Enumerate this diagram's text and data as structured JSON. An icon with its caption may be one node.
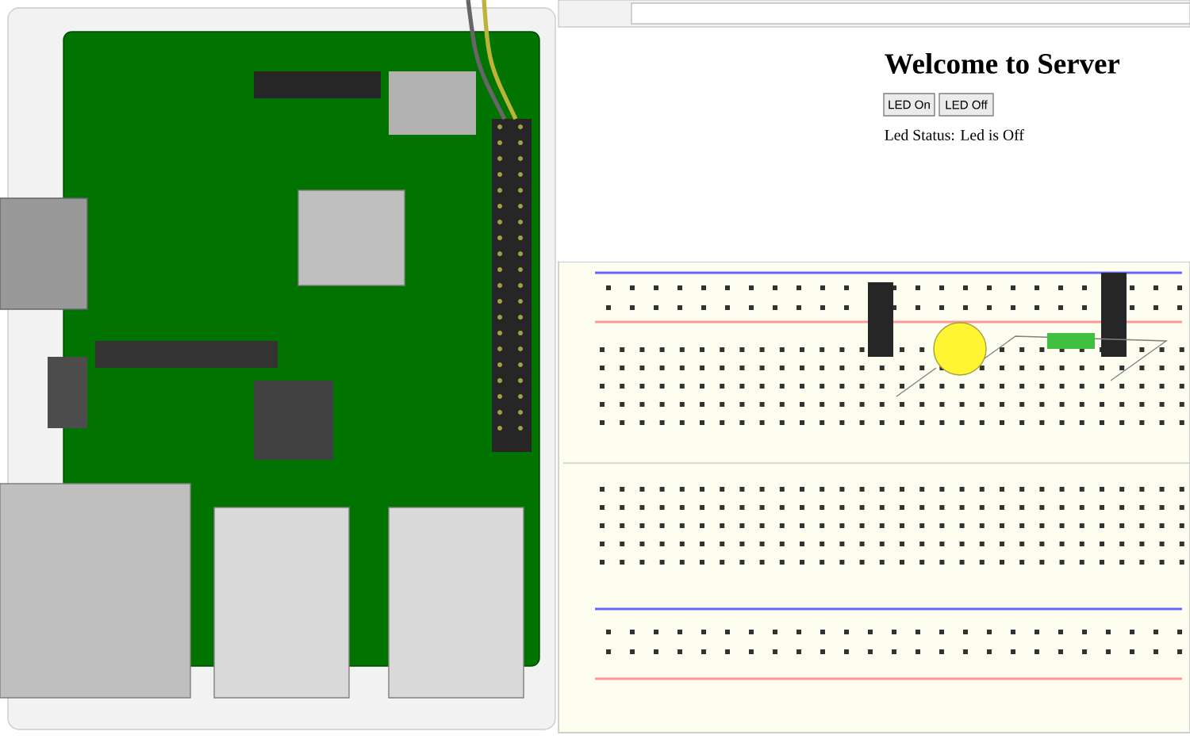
{
  "diagram": {
    "title": "Welcome to Server",
    "nodes": [
      {
        "text": [
          "LED On"
        ]
      },
      {
        "text": [
          "LED Off"
        ]
      }
    ],
    "labels": [
      "Led Status: Led is Off"
    ]
  }
}
